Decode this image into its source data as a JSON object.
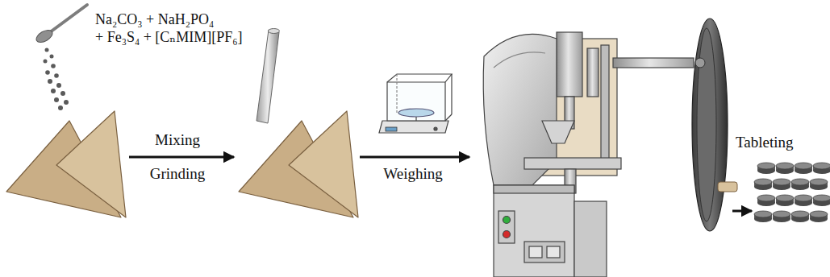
{
  "diagram": {
    "labels": [
      "Na₂CO₃ + NaH₂PO₄ + Fe₃S₄ + [CₙMIM][PF₆]",
      "Mixing",
      "Grinding",
      "Weighing",
      "Tableting"
    ]
  }
}
